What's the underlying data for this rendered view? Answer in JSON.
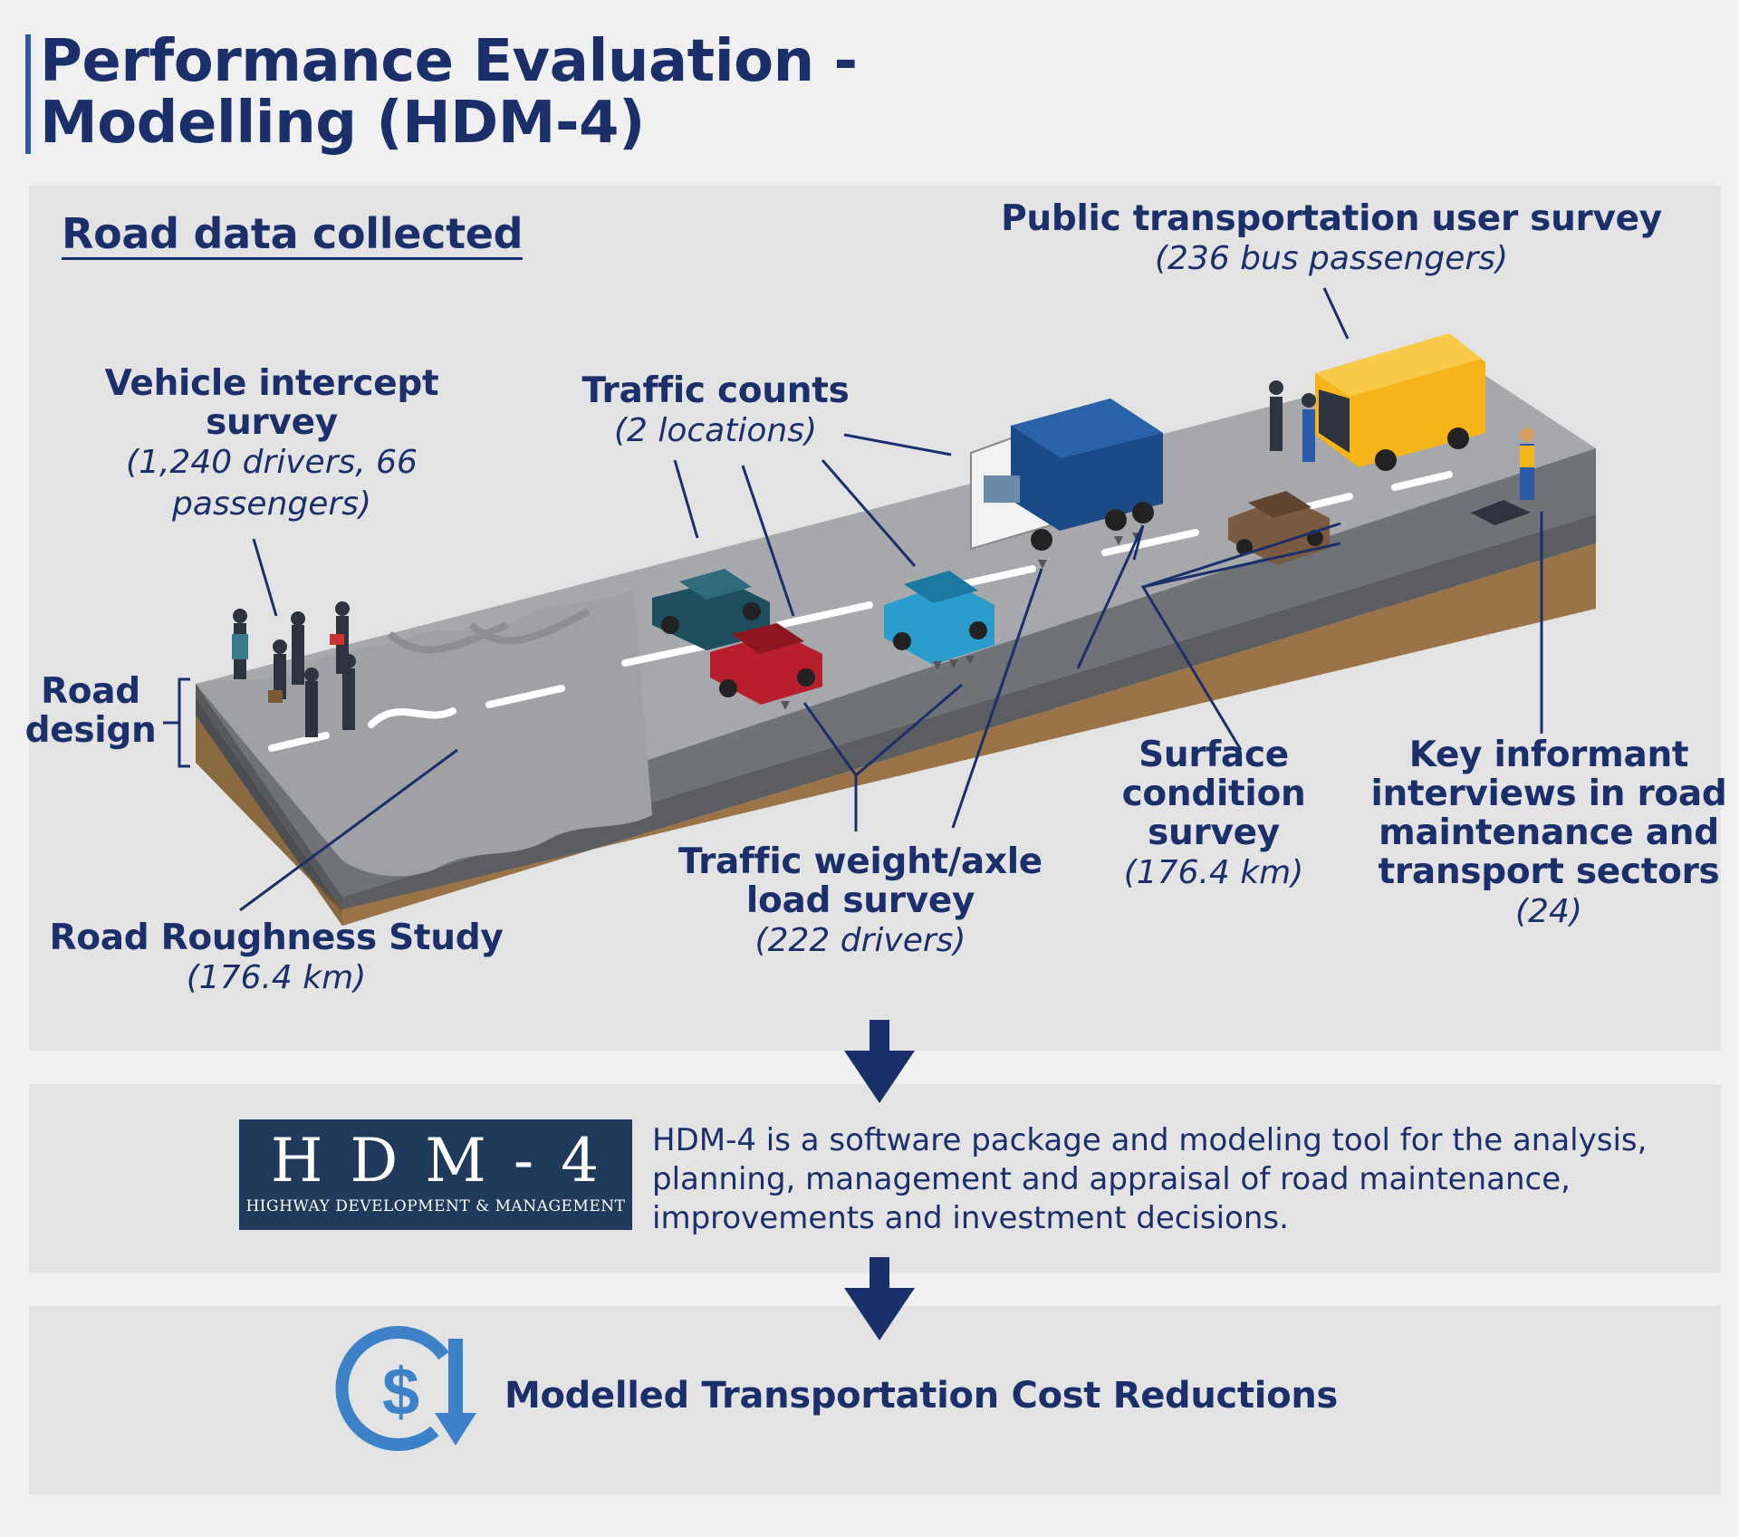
{
  "title_line1": "Performance Evaluation -",
  "title_line2": "Modelling (HDM-4)",
  "section_heading": "Road data collected",
  "labels": {
    "public_transport": {
      "title": "Public transportation user survey",
      "sub": "(236 bus passengers)"
    },
    "vehicle_intercept": {
      "title1": "Vehicle intercept",
      "title2": "survey",
      "sub1": "(1,240 drivers, 66",
      "sub2": "passengers)"
    },
    "traffic_counts": {
      "title": "Traffic counts",
      "sub": "(2 locations)"
    },
    "road_design": {
      "line1": "Road",
      "line2": "design"
    },
    "road_roughness": {
      "title": "Road Roughness Study",
      "sub": "(176.4 km)"
    },
    "traffic_weight": {
      "title1": "Traffic weight/axle",
      "title2": "load survey",
      "sub": "(222 drivers)"
    },
    "surface_condition": {
      "title1": "Surface",
      "title2": "condition",
      "title3": "survey",
      "sub": "(176.4 km)"
    },
    "key_informant": {
      "title1": "Key informant",
      "title2": "interviews in road",
      "title3": "maintenance and",
      "title4": "transport sectors",
      "sub": "(24)"
    }
  },
  "hdm_logo": {
    "big": "HDM-4",
    "small": "HIGHWAY DEVELOPMENT & MANAGEMENT"
  },
  "hdm_description": "HDM-4 is a software package and modeling tool for the analysis, planning, management and appraisal of road maintenance, improvements and investment decisions.",
  "cost_label": "Modelled Transportation Cost Reductions",
  "icons": [
    "arrow-down-icon",
    "dollar-down-icon"
  ],
  "colors": {
    "navy": "#1b2f6b",
    "accent_blue": "#2a5aa8",
    "icon_blue": "#3d82c8",
    "road": "#a6a8ab",
    "soil": "#9a7447",
    "logo_bg": "#1f3a5a",
    "panel": "#e3e3e4"
  }
}
